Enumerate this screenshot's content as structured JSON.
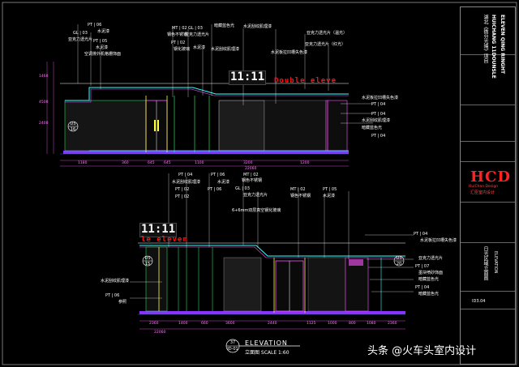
{
  "top_callouts": {
    "pt06_a": "PT | 06",
    "gl03_a": "GL | 03",
    "pt05_a": "PT | 05",
    "cement_mist": "水泥漆",
    "acrylic_light": "亚克力透光片",
    "cement_wall_a": "水泥漆",
    "exhaust_grille": "空调排外机格栅饰面",
    "mt02": "MT | 02",
    "gl03_b": "GL | 03",
    "ss_a": "钢色不锈钢",
    "acrylic_b": "亚克力透光片",
    "pt02_a": "PT | 02",
    "glass_a": "钢化玻璃",
    "cement_b": "水泥漆",
    "hidden_light_a": "暗藏蓝色光",
    "ripple_cement_a": "水泥刮纹肌理漆",
    "groove_a": "水泥板拉凹槽失色漆",
    "acrylic_warm": "亚克力透光片（温光）",
    "acrylic_red": "亚克力透光片（红光）",
    "ripple_cement_b": "水泥刮纹肌理漆"
  },
  "top_right": {
    "pt04_a": "PT | 04",
    "groove_b": "水泥板拉凹槽失色漆",
    "pt04_b": "PT | 04",
    "ripple_c": "水泥刮纹肌理漆",
    "hidden_blue_b": "暗藏蓝色光",
    "pt04_c": "PT | 04"
  },
  "bottom_callouts": {
    "pt04_d": "PT | 04",
    "pt06_b": "PT | 06",
    "ripple_d": "水泥刮纹肌理漆",
    "cement_c": "水泥漆",
    "pt02_b": "PT | 02",
    "pt06_c": "PT | 06",
    "mt02_b": "MT | 02",
    "ss_b": "钢色不锈钢",
    "gl03_c": "GL | 03",
    "pt02_c": "PT | 02",
    "acrylic_c": "亚克力透光片",
    "glass_b": "6+6mm双层真空钢化玻璃",
    "mt02_c": "MT | 02",
    "ss_c": "钢色不锈钢",
    "pt05_b": "PT | 05",
    "cement_d": "水泥漆",
    "pt04_e": "PT | 04",
    "groove_c": "水泥板拉凹槽失色漆",
    "acrylic_d": "亚克力透光片",
    "pt07": "PT | 07",
    "paint_pattern": "墨块喷砂饰面",
    "hidden_blue_c": "暗藏蓝色光",
    "pt04_f": "PT | 04",
    "hidden_blue_d": "暗藏蓝色光",
    "ripple_e": "水泥刮纹肌理漆",
    "pt06_d": "PT | 06",
    "paint_ref": "参照"
  },
  "signage": {
    "logo_top": "11:11",
    "double_top": "Double eleve",
    "logo_bottom": "11:11",
    "double_bottom": "le elevem"
  },
  "section_tags": {
    "d5_16_a_top": "D5",
    "d5_16_a_bot": "16",
    "d5_15_top": "D5",
    "d5_15_bot": "15",
    "d5_20_top": "D5",
    "d5_20_bot": "20",
    "elev_num_top": "37",
    "elev_num_bot": "ID-01"
  },
  "dimensions_top": {
    "d1": "1180",
    "d2": "360",
    "d3": "645",
    "d4": "645",
    "d5": "1100",
    "d6": "3200",
    "d7": "1200",
    "d8": "22060",
    "left1": "1460",
    "left2": "4500",
    "left3": "2400"
  },
  "dimensions_bottom": {
    "d1": "2360",
    "d2": "1400",
    "d3": "660",
    "d4": "3600",
    "d5": "2440",
    "d6": "1125",
    "d7": "1000",
    "d8": "800",
    "d9": "1080",
    "d10": "2360",
    "total": "22060"
  },
  "title": {
    "elevation": "ELEVATION",
    "subtitle": "立面图   SCALE  1:60"
  },
  "title_block": {
    "project_cn": "湖北《微分光晴》项目",
    "project_en1": "HUICHANG 11DOUNSLE",
    "project_en2": "ELEVEN QING RINGHT",
    "firm_logo": "HCD",
    "firm_en": "HuiChen Design",
    "firm_cn": "汇臣室内设计",
    "drawing_cn": "日光区域立面图",
    "drawing_en": "ELEVATION",
    "sheet_no": "ID3.04"
  },
  "watermark": {
    "text": "头条 @火车头室内设计"
  },
  "colors": {
    "cyan": "#33ffff",
    "yellow": "#ffff33",
    "green": "#33ff66",
    "magenta": "#ff55ff",
    "red": "#ff2222",
    "blue": "#3355ff",
    "purple": "#8833ff"
  }
}
